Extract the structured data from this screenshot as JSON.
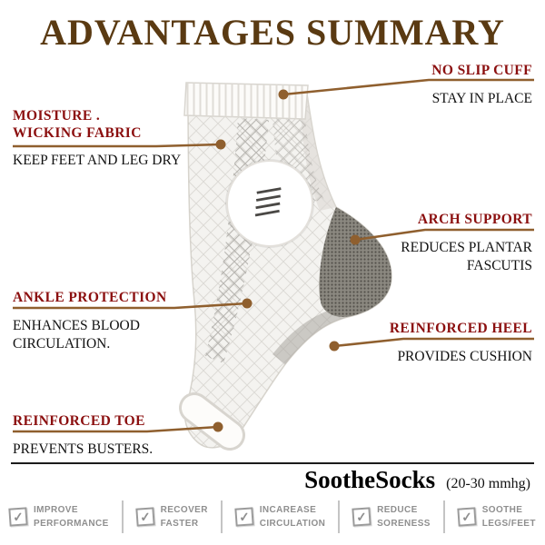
{
  "title": "ADVANTAGES SUMMARY",
  "callouts": {
    "no_slip_cuff": {
      "title": "NO SLIP CUFF",
      "desc": "STAY IN PLACE"
    },
    "moisture": {
      "title1": "MOISTURE .",
      "title2": "WICKING FABRIC",
      "desc": "KEEP FEET AND LEG DRY"
    },
    "arch_support": {
      "title": "ARCH SUPPORT",
      "desc1": "REDUCES PLANTAR",
      "desc2": "FASCUTIS"
    },
    "ankle_protection": {
      "title": "ANKLE PROTECTION",
      "desc1": "ENHANCES BLOOD",
      "desc2": "CIRCULATION."
    },
    "reinforced_heel": {
      "title": "REINFORCED HEEL",
      "desc": "PROVIDES CUSHION"
    },
    "reinforced_toe": {
      "title": "REINFORCED TOE",
      "desc": "PREVENTS BUSTERS."
    }
  },
  "brand": {
    "name": "SootheSocks",
    "spec": "(20-30 mmhg)"
  },
  "features": [
    {
      "icon": "checkbox-icon",
      "line1": "IMPROVE",
      "line2": "PERFORMANCE"
    },
    {
      "icon": "checkbox-icon",
      "line1": "RECOVER",
      "line2": "FASTER"
    },
    {
      "icon": "checkbox-icon",
      "line1": "INCAREASE",
      "line2": "CIRCULATION"
    },
    {
      "icon": "checkbox-icon",
      "line1": "REDUCE",
      "line2": "SORENESS"
    },
    {
      "icon": "checkbox-icon",
      "line1": "SOOTHE",
      "line2": "LEGS/FEET"
    }
  ],
  "icons": {
    "checkbox_check": "✓"
  },
  "colors": {
    "title_brown": "#5a3a12",
    "callout_red": "#8b0f0f",
    "leader_brown": "#8f5f2e",
    "text_black": "#111111",
    "sock_body": "#f4f3f0",
    "heel_dark": "#55524c"
  }
}
